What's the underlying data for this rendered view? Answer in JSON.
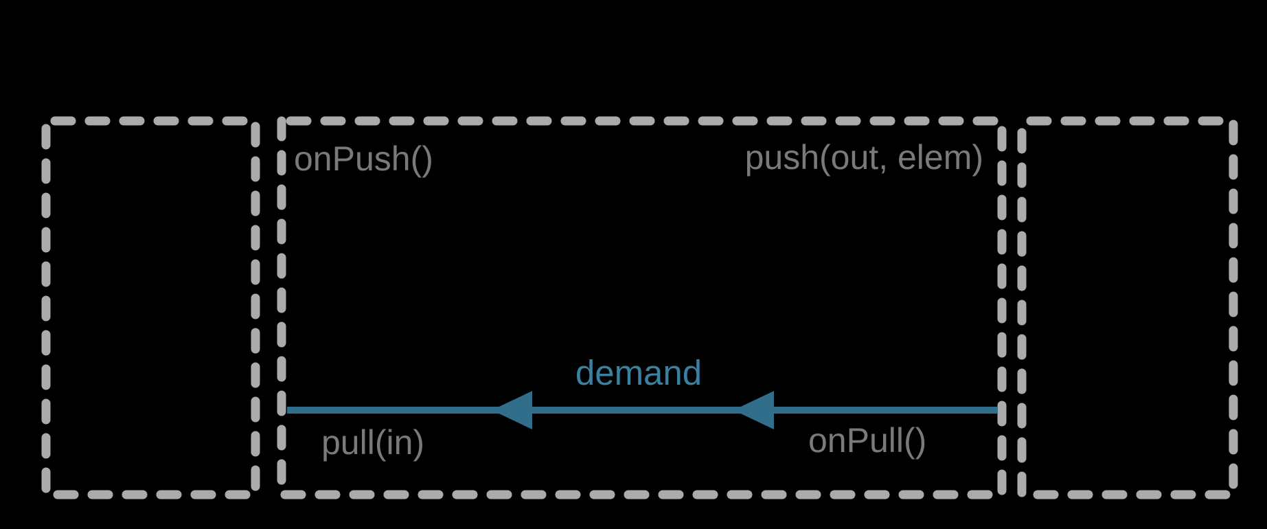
{
  "diagram": {
    "description": "Push-pull stage diagram: three dashed boxes, demand arrow flowing right-to-left through middle stage box",
    "background": "#000000",
    "labels": {
      "on_push": "onPush()",
      "push": "push(out, elem)",
      "demand": "demand",
      "pull": "pull(in)",
      "on_pull": "onPull()"
    },
    "arrow": {
      "name": "demand",
      "direction": "left",
      "from": "middle-box-right-edge",
      "to": "middle-box-left-edge",
      "arrowhead_count": 2
    },
    "colors": {
      "box_stroke": "#ABABAB",
      "label_gray": "#7A7A7A",
      "demand_text": "#3A80A1",
      "arrow": "#306E8B"
    }
  }
}
